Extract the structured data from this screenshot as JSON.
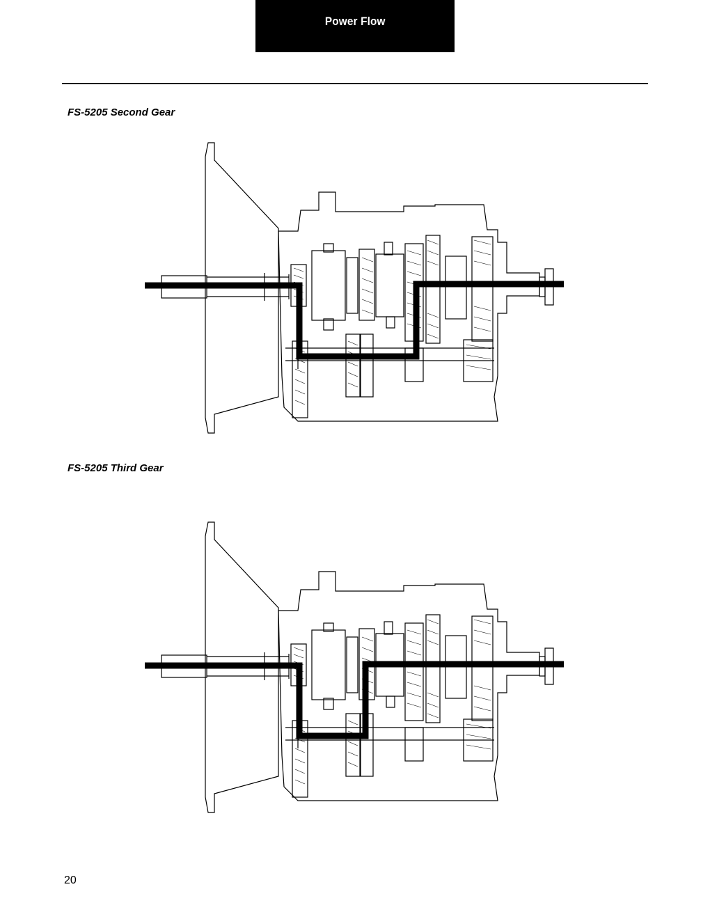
{
  "header": {
    "title": "Power Flow"
  },
  "figures": [
    {
      "caption": "FS-5205 Second Gear"
    },
    {
      "caption": "FS-5205 Third Gear"
    }
  ],
  "page_number": "20"
}
